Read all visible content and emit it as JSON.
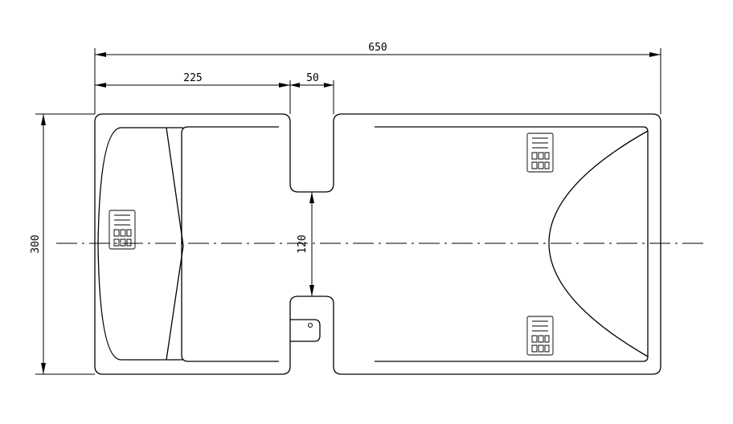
{
  "dimensions": {
    "overall_length": "650",
    "head_length": "225",
    "gap_width": "50",
    "gap_height": "120",
    "overall_width": "300"
  }
}
